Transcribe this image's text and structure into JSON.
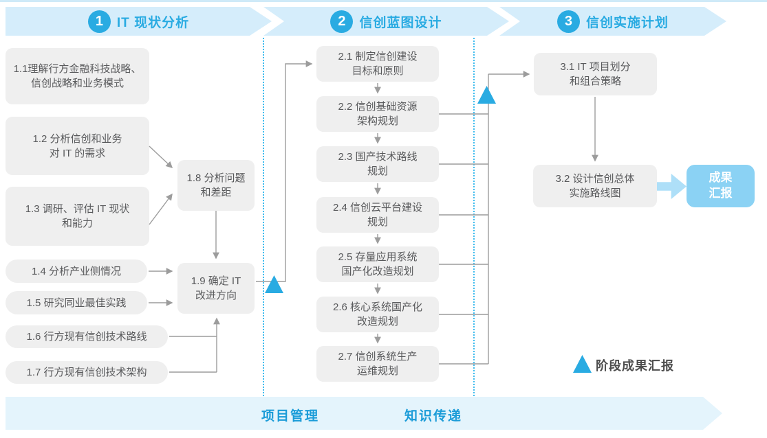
{
  "phases": [
    {
      "number": "1",
      "title": "IT 现状分析"
    },
    {
      "number": "2",
      "title": "信创蓝图设计"
    },
    {
      "number": "3",
      "title": "信创实施计划"
    }
  ],
  "phase1_boxes": [
    {
      "text": "1.1理解行方金融科技战略、\n信创战略和业务模式"
    },
    {
      "text": "1.2 分析信创和业务\n对 IT 的需求"
    },
    {
      "text": "1.3 调研、评估 IT 现状\n和能力"
    },
    {
      "text": "1.4 分析产业侧情况"
    },
    {
      "text": "1.5 研究同业最佳实践"
    },
    {
      "text": "1.6 行方现有信创技术路线"
    },
    {
      "text": "1.7 行方现有信创技术架构"
    },
    {
      "text": "1.8 分析问题\n和差距"
    },
    {
      "text": "1.9 确定 IT\n改进方向"
    }
  ],
  "phase2_boxes": [
    {
      "text": "2.1 制定信创建设\n目标和原则"
    },
    {
      "text": "2.2 信创基础资源\n架构规划"
    },
    {
      "text": "2.3 国产技术路线\n规划"
    },
    {
      "text": "2.4 信创云平台建设\n规划"
    },
    {
      "text": "2.5 存量应用系统\n国产化改造规划"
    },
    {
      "text": "2.6 核心系统国产化\n改造规划"
    },
    {
      "text": "2.7 信创系统生产\n运维规划"
    }
  ],
  "phase3_boxes": [
    {
      "text": "3.1 IT 项目划分\n和组合策略"
    },
    {
      "text": "3.2 设计信创总体\n实施路线图"
    }
  ],
  "report_box": "成果\n汇报",
  "legend_label": "阶段成果汇报",
  "footer": {
    "project": "项目管理",
    "knowledge": "知识传递"
  },
  "colors": {
    "banner_bg": "#d5edfb",
    "accent_blue": "#29abe2",
    "node_bg": "#efefef",
    "node_text": "#58595b",
    "connector_gray": "#9c9c9c",
    "report_bg": "#8bd2f4",
    "block_arrow": "#aedff8",
    "footer_bg": "#e4f4fc",
    "footer_text": "#1b9cd8",
    "separator_dotted": "#3fbcee"
  }
}
